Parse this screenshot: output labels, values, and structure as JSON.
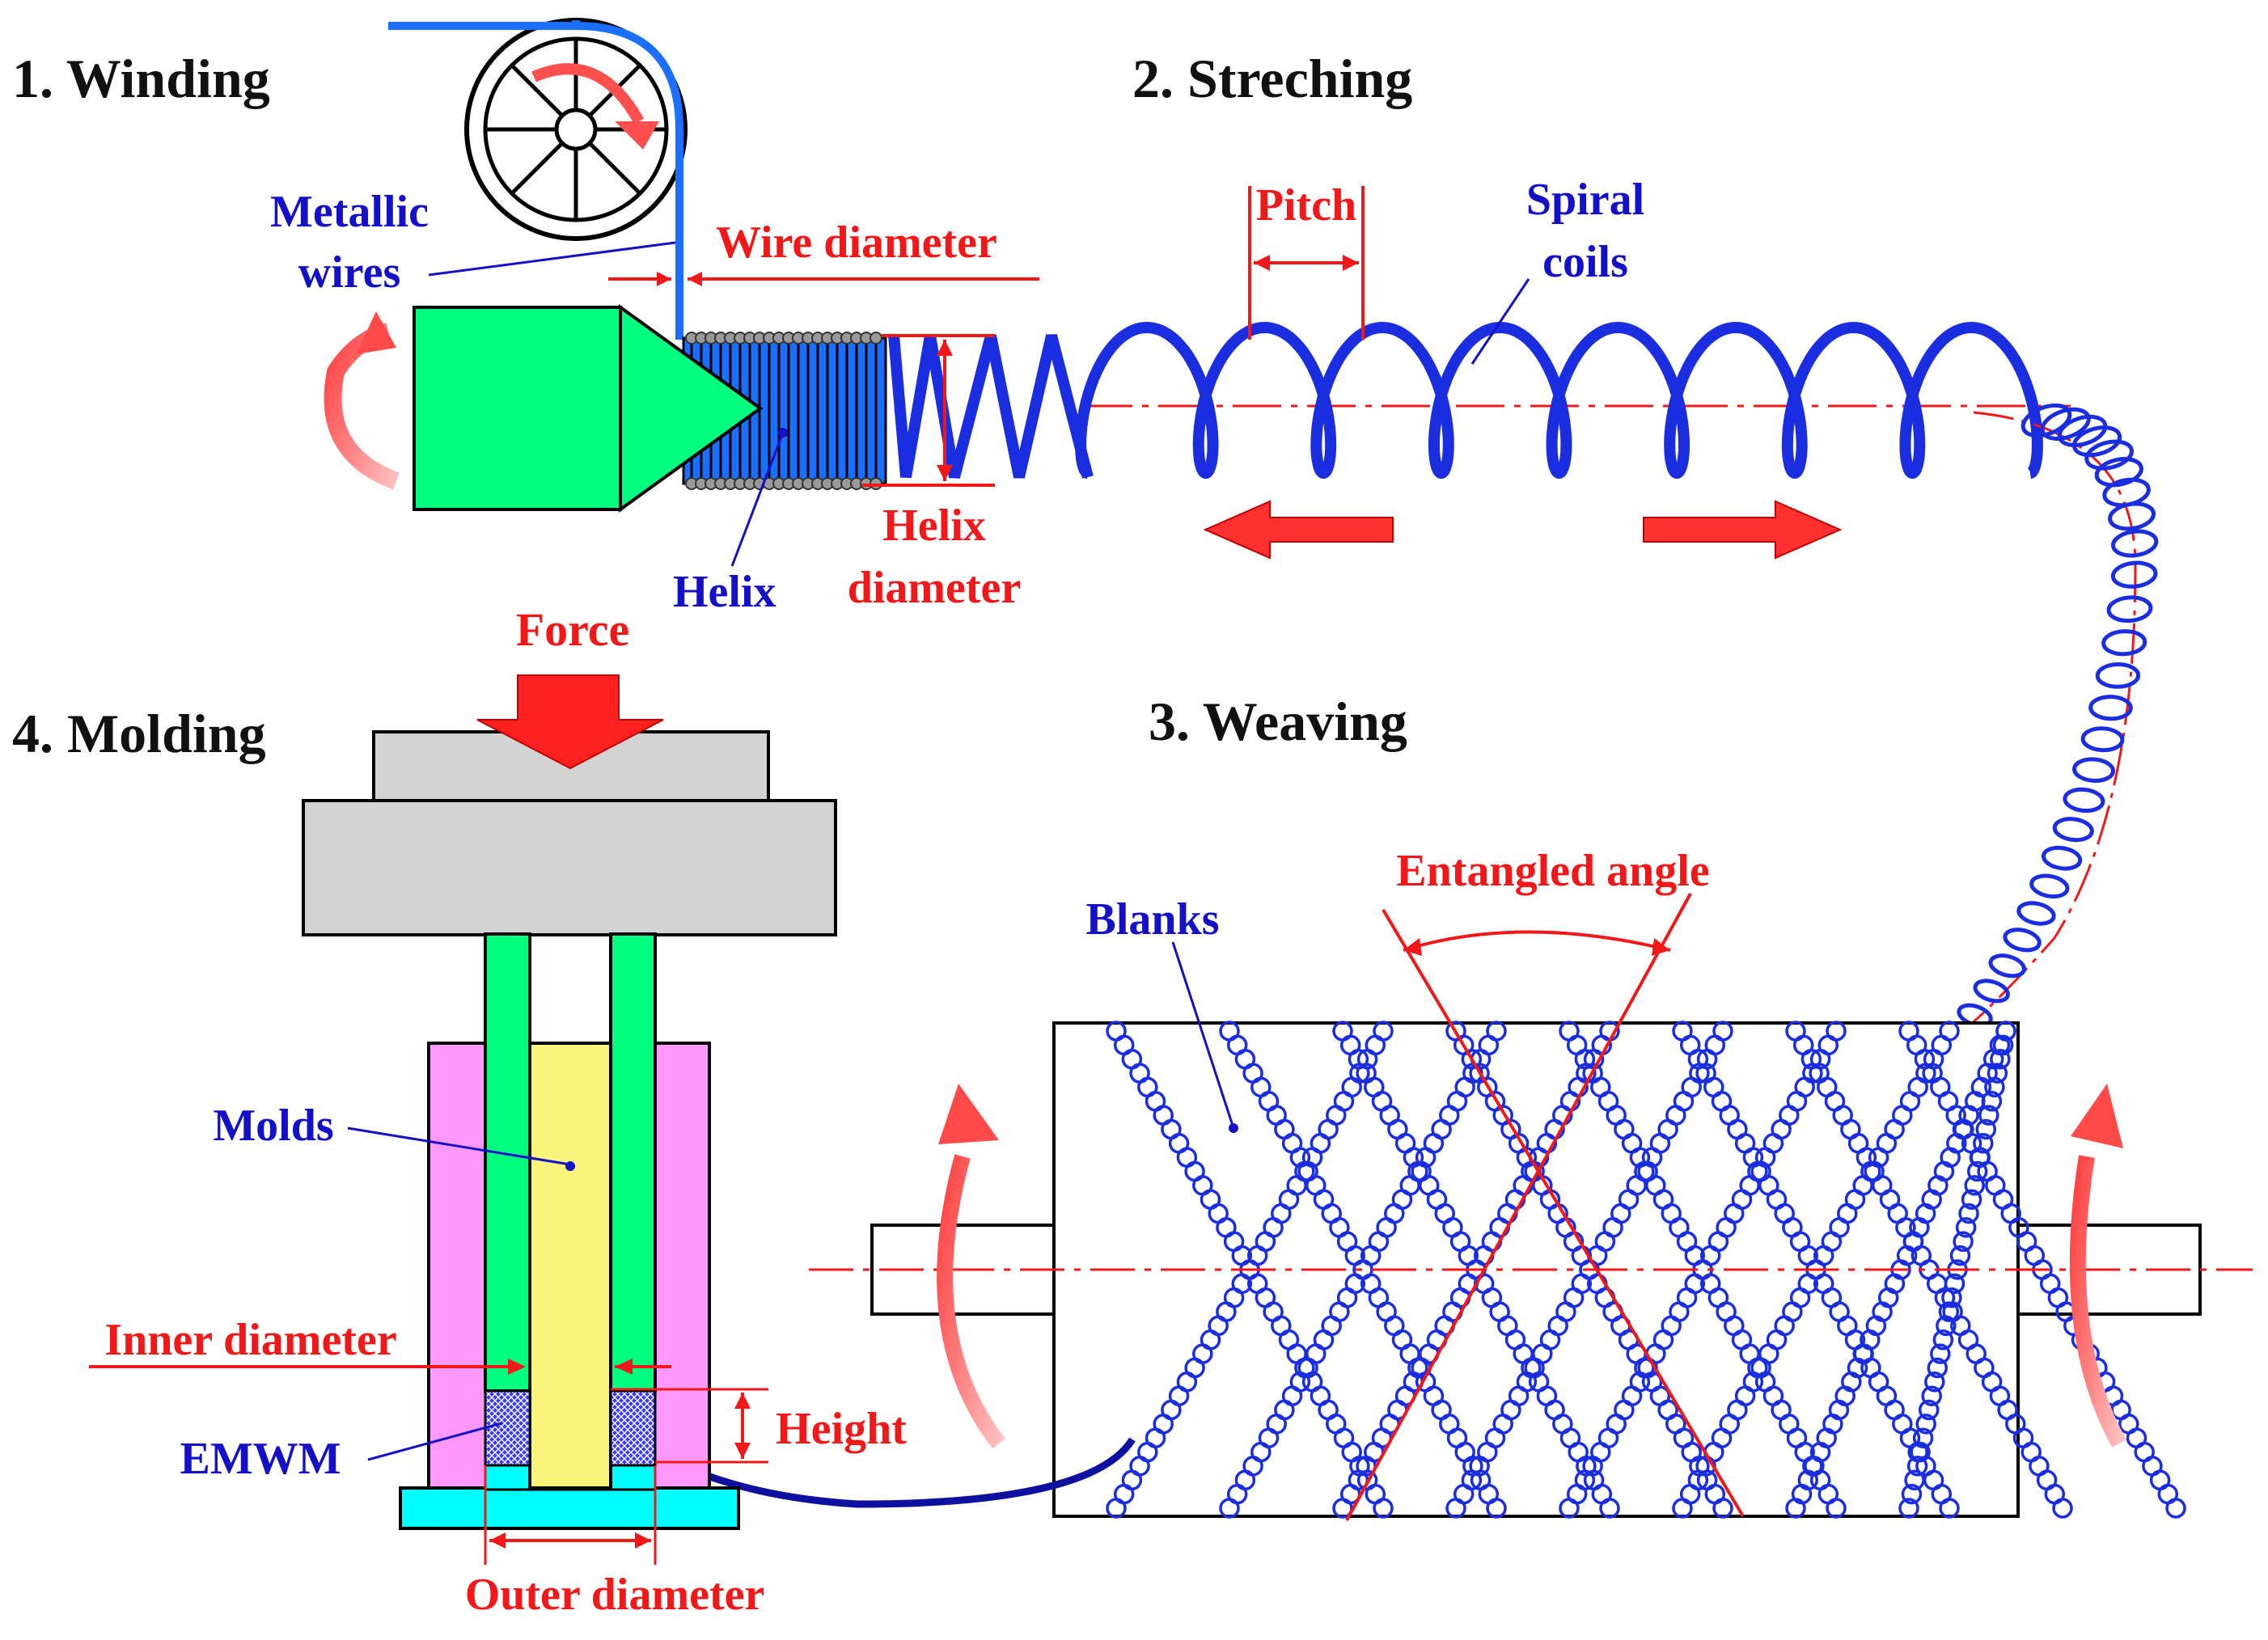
{
  "steps": {
    "winding": "1. Winding",
    "stretching": "2. Streching",
    "weaving": "3. Weaving",
    "molding": "4. Molding"
  },
  "labels": {
    "metallic_wires_1": "Metallic",
    "metallic_wires_2": "wires",
    "wire_diameter": "Wire diameter",
    "helix": "Helix",
    "helix_diameter_1": "Helix",
    "helix_diameter_2": "diameter",
    "pitch": "Pitch",
    "spiral_coils_1": "Spiral",
    "spiral_coils_2": "coils",
    "force": "Force",
    "entangled_angle": "Entangled angle",
    "blanks": "Blanks",
    "molds": "Molds",
    "inner_diameter": "Inner diameter",
    "emwm": "EMWM",
    "height": "Height",
    "outer_diameter": "Outer diameter"
  },
  "colors": {
    "annotation_red": "#f01818",
    "coil_blue": "#1a2ee0",
    "label_blue": "#1410c8",
    "mandrel_green": "#00ff7f",
    "mold_pink": "#ff99ff",
    "mold_yellow": "#f9f57c",
    "base_cyan": "#00ffff",
    "press_gray": "#d3d3d3"
  },
  "icons": {
    "rotation_arrow": "curved-red-arrow-icon",
    "direction_arrow": "block-red-arrow-icon",
    "reel": "wire-reel-icon"
  }
}
